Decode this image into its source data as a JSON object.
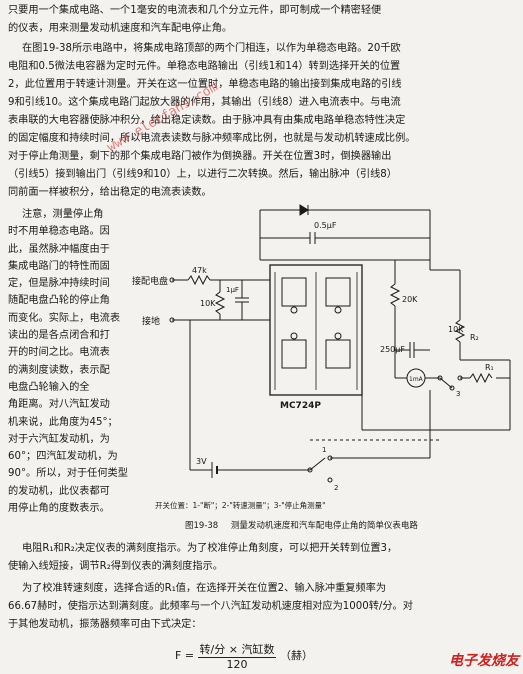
{
  "paragraphs_top": [
    "只要用一个集成电路、一个1毫安的电流表和几个分立元件，即可制成一个精密轻便",
    "的仪表，用来测量发动机速度和汽车配电停止角。",
    "在图19-38所示电路中，将集成电路顶部的两个门相连，以作为单稳态电路。20千欧",
    "电阻和0.5微法电容器为定时元件。单稳态电路输出（引线1和14）转到选择开关的位置",
    "2，此位置用于转速计测量。开关在这一位置时，单稳态电路的输出接到集成电路的引线",
    "9和引线10。这个集成电路门起放大器的作用，其输出（引线8）进入电流表中。与电流",
    "表串联的大电容器使脉冲积分，给出稳定读数。由于脉冲具有由集成电路单稳态特性决定",
    "的固定幅度和持续时间，所以电流表读数与脉冲频率成比例，也就是与发动机转速成比例。",
    "对于停止角测量，剩下的那个集成电路门被作为倒换器。开关在位置3时，倒换器输出",
    "（引线5）接到输出门（引线9和10）上，以进行二次转换。然后，输出脉冲（引线8）",
    "同前面一样被积分，给出稳定的电流表读数。"
  ],
  "paragraphs_left": [
    "注意，测量停止角",
    "时不用单稳态电路。因",
    "此，虽然脉冲幅度由于",
    "集成电路门的特性而固",
    "定，但是脉冲持续时间",
    "随配电盘凸轮的停止角",
    "而变化。实际上，电流表",
    "读出的是各点闭合和打",
    "开的时间之比。电流表",
    "的满刻度读数，表示配",
    "电盘凸轮输入的全",
    "角距离。对八汽缸发动",
    "机来说，此角度为45°；",
    "对于六汽缸发动机，为",
    "60°；四汽缸发动机，为",
    "90°。所以，对于任何类型",
    "的发动机，此仪表都可",
    "用停止角的度数表示。"
  ],
  "circuit": {
    "labels": {
      "cap_top": "0.5μF",
      "input_label": "接配电盘",
      "ground_label": "接地",
      "r_47k": "47k",
      "r_10k_left": "10K",
      "cap_1uf": "1μF",
      "r_20k": "20K",
      "r_10k_right": "10K",
      "r2": "R₂",
      "r1": "R₁",
      "cap_250": "250μF",
      "meter": "1mA",
      "ic": "MC724P",
      "battery": "3V",
      "sw1": "1",
      "sw2": "2",
      "sw3": "3",
      "switch_note": "开关位置：1-\"断\"；2-\"转速测量\"；3-\"停止角测量\""
    }
  },
  "figure_caption": {
    "number": "图19-38",
    "text": "测量发动机速度和汽车配电停止角的简单仪表电路"
  },
  "paragraphs_bottom": [
    "电阻R₁和R₂决定仪表的满刻度指示。为了校准停止角刻度，可以把开关转到位置3，",
    "使输入线短接，调节R₂得到仪表的满刻度指示。",
    "为了校准转速刻度，选择合适的R₁值，在选择开关在位置2、输入脉冲重复频率为",
    "66.67赫时，使指示达到满刻度。此频率与一个八汽缸发动机速度相对应为1000转/分。对",
    "于其他发动机，振荡器频率可由下式决定："
  ],
  "formula": {
    "lhs": "F =",
    "numerator": "转/分 × 汽缸数",
    "denominator": "120",
    "unit": "（赫）"
  },
  "watermark": "www.elecfans.com",
  "logo": "电子发烧友"
}
